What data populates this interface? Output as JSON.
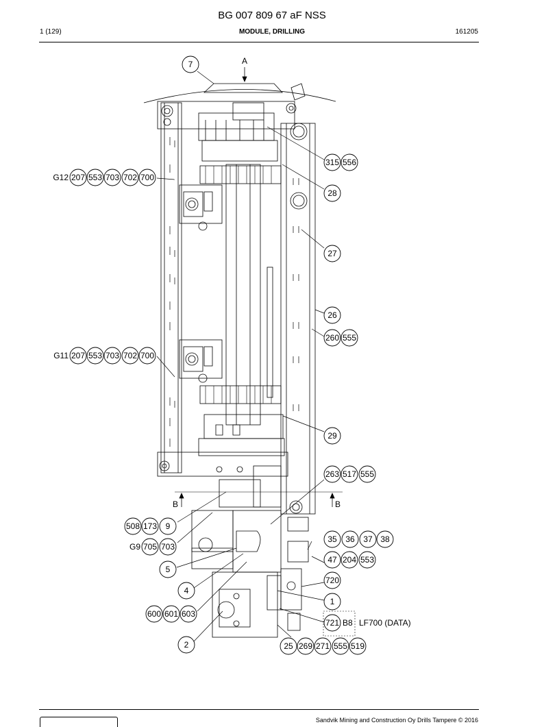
{
  "header": {
    "title": "BG 007 809 67 aF NSS",
    "page": "1 (129)",
    "section": "MODULE, DRILLING",
    "date": "161205"
  },
  "view_labels": {
    "a": "A",
    "b_left": "B",
    "b_right": "B"
  },
  "callouts": {
    "c7": "7",
    "c315": "315",
    "c556": "556",
    "c28": "28",
    "c27": "27",
    "c26": "26",
    "c260": "260",
    "c555a": "555",
    "c29": "29",
    "c263": "263",
    "c517": "517",
    "c555b": "555",
    "c508": "508",
    "c173": "173",
    "c9": "9",
    "c35": "35",
    "c36": "36",
    "c37": "37",
    "c38": "38",
    "c705": "705",
    "c703": "703",
    "c47": "47",
    "c204": "204",
    "c553": "553",
    "c5": "5",
    "c720": "720",
    "c4": "4",
    "c1": "1",
    "c600": "600",
    "c601": "601",
    "c603": "603",
    "c721": "721",
    "c2": "2",
    "c25": "25",
    "c269": "269",
    "c271": "271",
    "c555c": "555",
    "c519": "519",
    "g12_207": "207",
    "g12_553": "553",
    "g12_703": "703",
    "g12_702": "702",
    "g12_700": "700",
    "g11_207": "207",
    "g11_553": "553",
    "g11_703": "703",
    "g11_702": "702",
    "g11_700": "700"
  },
  "group_labels": {
    "g12": "G12",
    "g11": "G11",
    "g9": "G9",
    "b8": "B8",
    "lf700": "LF700 (DATA)"
  },
  "footer": {
    "copyright": "Sandvik Mining and Construction Oy Drills Tampere © 2016"
  }
}
